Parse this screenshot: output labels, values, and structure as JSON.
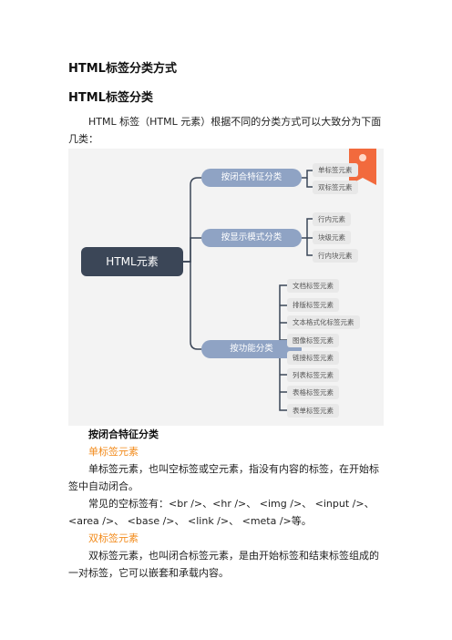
{
  "title": "HTML标签分类方式",
  "subtitle": "HTML标签分类",
  "intro": "HTML 标签（HTML 元素）根据不同的分类方式可以大致分为下面几类：",
  "diagram": {
    "root": "HTML元素",
    "branches": [
      {
        "label": "按闭合特征分类",
        "leaves": [
          "单标签元素",
          "双标签元素"
        ]
      },
      {
        "label": "按显示模式分类",
        "leaves": [
          "行内元素",
          "块级元素",
          "行内块元素"
        ]
      },
      {
        "label": "按功能分类",
        "leaves": [
          "文档标签元素",
          "排版标签元素",
          "文本格式化标签元素",
          "图像标签元素",
          "链接标签元素",
          "列表标签元素",
          "表格标签元素",
          "表单标签元素"
        ]
      }
    ],
    "accent_color": "#f26a3d",
    "badge_icon": "bookmark-ribbon"
  },
  "section": {
    "heading": "按闭合特征分类",
    "single_head": "单标签元素",
    "single_desc": "单标签元素，也叫空标签或空元素，指没有内容的标签，在开始标签中自动闭合。",
    "single_examples": "常见的空标签有：<br />、<hr />、 <img />、 <input />、<area />、 <base />、 <link />、 <meta />等。",
    "double_head": "双标签元素",
    "double_desc": "双标签元素，也叫闭合标签元素，是由开始标签和结束标签组成的一对标签，它可以嵌套和承载内容。"
  }
}
